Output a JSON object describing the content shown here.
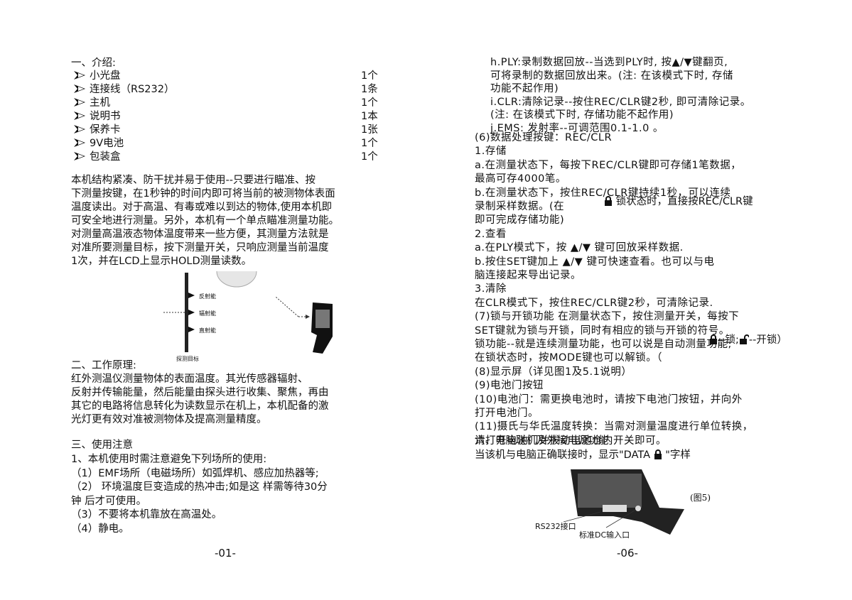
{
  "left": {
    "intro_heading": "一、介绍:",
    "items": [
      {
        "name": "小光盘",
        "qty": "1个"
      },
      {
        "name": "连接线（RS232）",
        "qty": "1条"
      },
      {
        "name": "主机",
        "qty": "1个"
      },
      {
        "name": "说明书",
        "qty": "1本"
      },
      {
        "name": "保养卡",
        "qty": "1张"
      },
      {
        "name": "9V电池",
        "qty": "1个"
      },
      {
        "name": "包装盒",
        "qty": "1个"
      }
    ],
    "intro_para": [
      "    本机结构紧凑、防干扰并易于使用--只要进行瞄准、按",
      "下测量按键，在1秒钟的时间内即可将当前的被测物体表面",
      "温度读出。对于高温、有毒或难以到达的物体,使用本机即",
      "可安全地进行测量。另外，本机有一个单点瞄准测量功能。",
      "对测量高温液态物体温度带来一些方便，其测量方法就是",
      "对准所要测量目标，按下测量开关，只响应测量当前温度",
      "1次，并在LCD上显示HOLD测量读数。"
    ],
    "diagram": {
      "label_reflect": "反射能",
      "label_radiate": "辐射能",
      "label_direct": "直射能",
      "label_target": "探测目标"
    },
    "principle_heading": "二、工作原理:",
    "principle_para": [
      "      红外测温仪测量物体的表面温度。其光传感器辐射、",
      "反射并传输能量，然后能量由探头进行收集、聚焦，再由",
      "其它的电路将信息转化为读数显示在机上，本机配备的激",
      "光灯更有效对准被测物体及提高测量精度。"
    ],
    "notes_heading": "三、使用注意",
    "notes": [
      "1、本机使用时需注意避免下列场所的使用:",
      "（1）EMF场所（电磁场所）如弧焊机、感应加热器等;",
      "（2） 环境温度巨变造成的热冲击;如是这 样需等待30分",
      "      钟 后才可使用。",
      " （3）不要将本机靠放在高温处。",
      "（4）静电。"
    ],
    "page_number": "-01-"
  },
  "right": {
    "lines_a": [
      "h.PLY:录制数据回放--当选到PLY时, 按▲/▼键翻页,",
      "   可将录制的数据回放出来。(注: 在该模式下时, 存储",
      "   功能不起作用)",
      "i.CLR:清除记录--按住REC/CLR键2秒, 即可清除记录。",
      "   (注: 在该模式下时, 存储功能不起作用)",
      "j.EMS:  发射率--可调范围0.1-1.0 。"
    ],
    "lines_b": [
      "(6)数据处理按键：REC/CLR",
      "    1.存储",
      "      a.在测量状态下，每按下REC/CLR键即可存储1笔数据，",
      "        最高可存4000笔。",
      "      b.在测量状态下，按住REC/CLR键持续1秒，可以连续",
      "        录制采样数据。(在",
      "        即可完成存储功能)",
      "    2.查看",
      "      a.在PLY模式下，按 ▲/▼  键可回放采样数据.",
      "      b.按住SET键加上 ▲/▼  键可快速查看。也可以与电",
      "        脑连接起来导出记录。",
      "    3.清除",
      "    在CLR模式下，按住REC/CLR键2秒，可清除记录.",
      "(7)锁与开锁功能  在测量状态下，按住测量开关，每按下",
      "    SET键就为锁与开锁，同时有相应的锁与开锁的符号。",
      "    锁功能--就是连续测量功能，也可以说是自动测量功能;",
      "    在锁状态时，按MODE键也可以解锁。（",
      "(8)显示屏（详见图1及5.1说明）",
      "(9)电池门按钮",
      "(10)电池门：需更换电池时，请按下电池门按钮，并向外",
      "      打开电池门。",
      "(11)摄氏与华氏温度转换：当需对测量温度进行单位转换，",
      "      请打开电池门并拔动电池仓内开关即可。"
    ],
    "b6_suffix": "锁状态时，直接按REC/CLR键",
    "lock_legend_lock": "--锁;",
    "lock_legend_unlock": "--开锁）",
    "section6_heading": "六、电脑联机及外接电源功能",
    "section6_line_pre": "    当该机与电脑正确联接时，显示\"DATA",
    "section6_line_post": "\"字样",
    "figure": {
      "caption": "(图5)",
      "label_rs232": "RS232接口",
      "label_dc": "标准DC输入口"
    },
    "page_number": "-06-"
  }
}
